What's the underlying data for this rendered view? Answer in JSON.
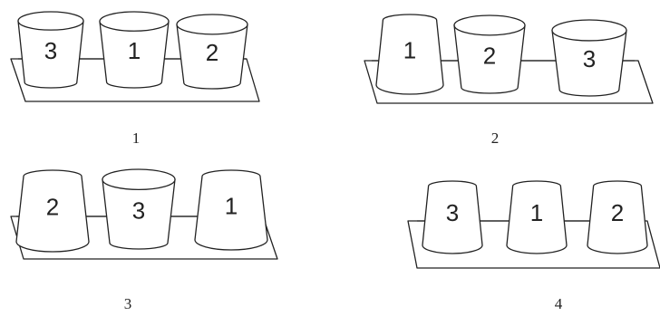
{
  "panels": [
    {
      "label": "1",
      "cups": [
        {
          "number": "3",
          "orientation": "upright"
        },
        {
          "number": "1",
          "orientation": "upright"
        },
        {
          "number": "2",
          "orientation": "upright"
        }
      ]
    },
    {
      "label": "2",
      "cups": [
        {
          "number": "1",
          "orientation": "inverted"
        },
        {
          "number": "2",
          "orientation": "upright"
        },
        {
          "number": "3",
          "orientation": "upright"
        }
      ]
    },
    {
      "label": "3",
      "cups": [
        {
          "number": "2",
          "orientation": "inverted"
        },
        {
          "number": "3",
          "orientation": "upright"
        },
        {
          "number": "1",
          "orientation": "inverted"
        }
      ]
    },
    {
      "label": "4",
      "cups": [
        {
          "number": "3",
          "orientation": "inverted"
        },
        {
          "number": "1",
          "orientation": "inverted"
        },
        {
          "number": "2",
          "orientation": "inverted"
        }
      ]
    }
  ]
}
